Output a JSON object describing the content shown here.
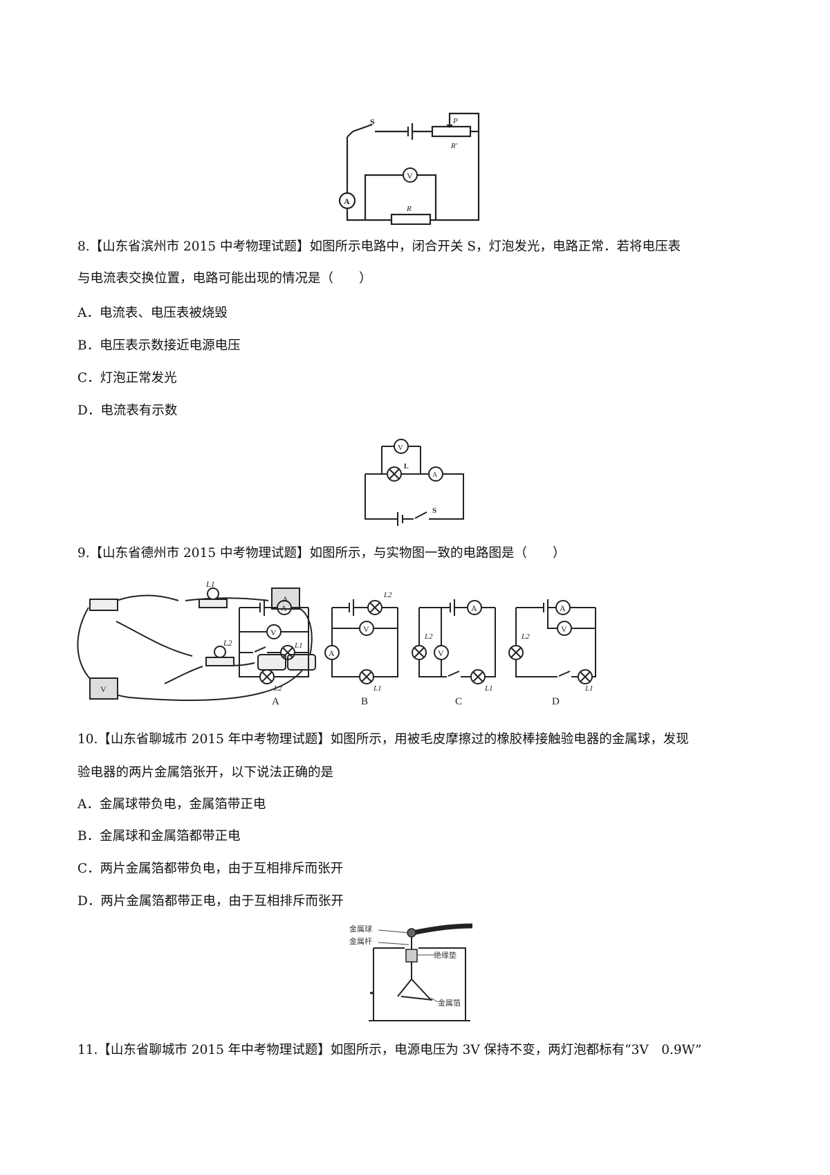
{
  "figures": {
    "q7_circuit": {
      "labels": {
        "switch": "S",
        "slider": "P",
        "rheostat": "R'",
        "resistor": "R",
        "voltmeter": "V",
        "ammeter": "A"
      }
    },
    "q8_circuit": {
      "labels": {
        "voltmeter": "V",
        "lamp": "L",
        "ammeter": "A",
        "switch": "S"
      }
    },
    "q9_figure": {
      "physical_labels": {
        "l1": "L1",
        "l2": "L2",
        "meter_a": "A",
        "meter_v": "V"
      },
      "option_labels": [
        "A",
        "B",
        "C",
        "D"
      ],
      "meter_symbols": {
        "ammeter": "A",
        "voltmeter": "V"
      },
      "lamp_labels": {
        "l1": "L1",
        "l2": "L2"
      }
    },
    "q10_electroscope": {
      "labels": [
        "金属球",
        "金属杆",
        "绝缘垫",
        "金属箔"
      ]
    }
  },
  "questions": [
    {
      "stem_lines": [
        "8.【山东省滨州市 2015 中考物理试题】如图所示电路中，闭合开关 S，灯泡发光，电路正常．若将电压表",
        "与电流表交换位置，电路可能出现的情况是（　　）"
      ],
      "options": [
        "A．电流表、电压表被烧毁",
        "B．电压表示数接近电源电压",
        "C．灯泡正常发光",
        "D．电流表有示数"
      ]
    },
    {
      "stem_lines": [
        "9.【山东省德州市 2015 中考物理试题】如图所示，与实物图一致的电路图是（　　）"
      ]
    },
    {
      "stem_lines": [
        "10.【山东省聊城市 2015 年中考物理试题】如图所示，用被毛皮摩擦过的橡胶棒接触验电器的金属球，发现",
        "验电器的两片金属箔张开，以下说法正确的是"
      ],
      "options": [
        "A．金属球带负电，金属箔带正电",
        "B．金属球和金属箔都带正电",
        "C．两片金属箔都带负电，由于互相排斥而张开",
        "D．两片金属箔都带正电，由于互相排斥而张开"
      ]
    },
    {
      "stem_lines": [
        "11.【山东省聊城市 2015 年中考物理试题】如图所示，电源电压为 3V 保持不变，两灯泡都标有“3V　0.9W”"
      ]
    }
  ]
}
